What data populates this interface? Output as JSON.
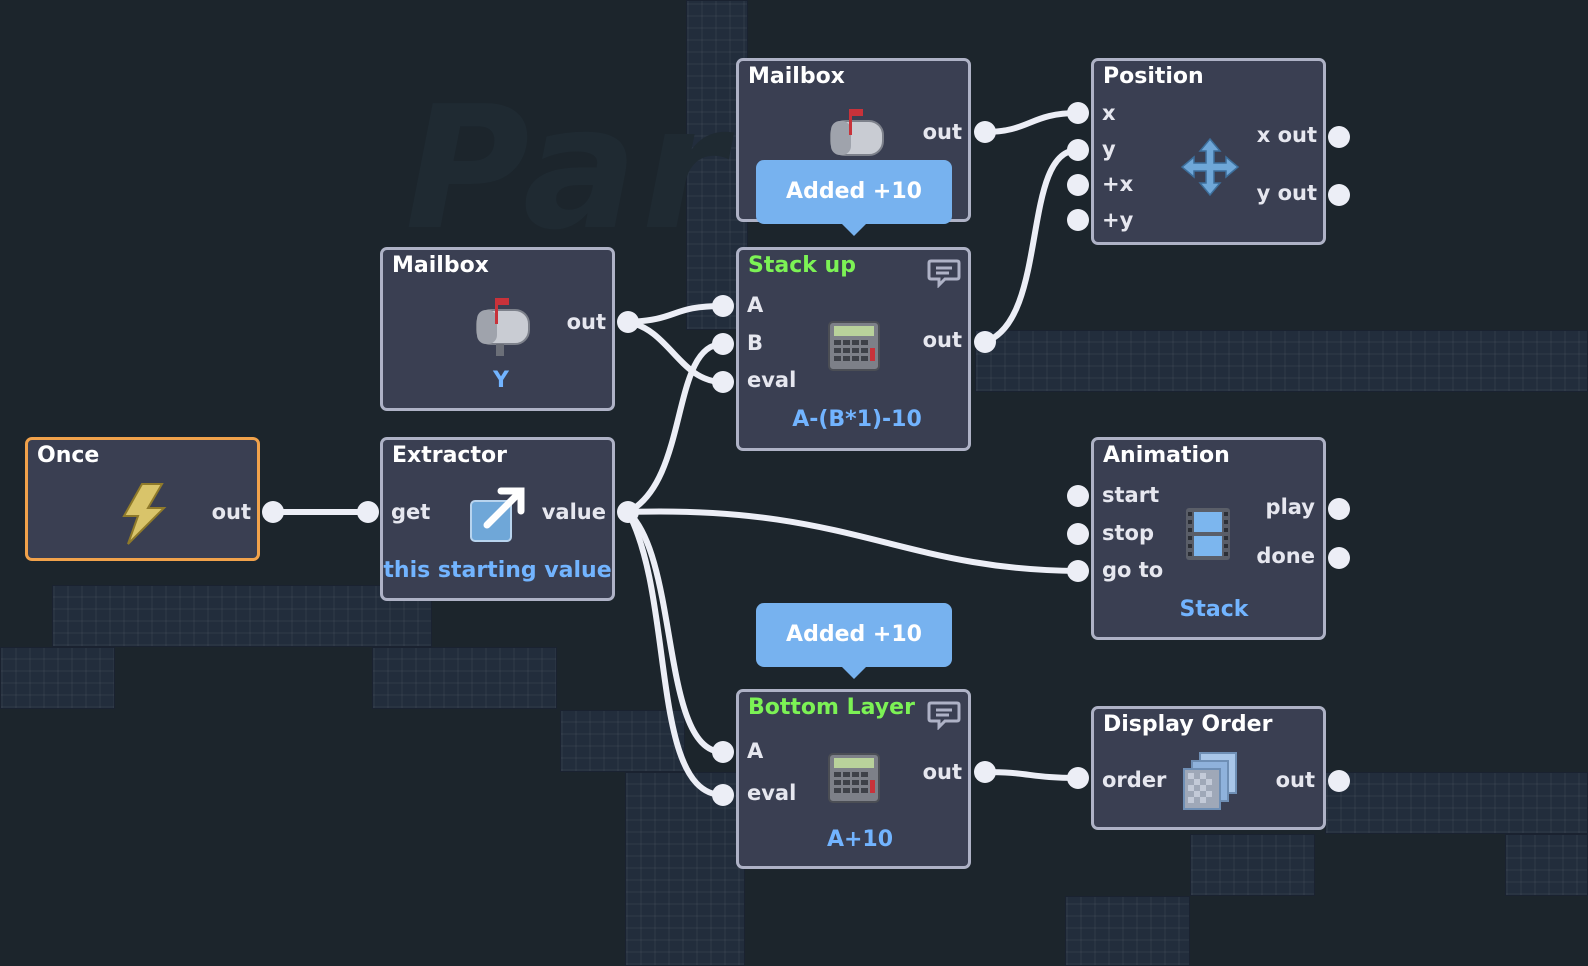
{
  "nodes": {
    "once": {
      "title": "Once",
      "out": "out"
    },
    "extractor": {
      "title": "Extractor",
      "get": "get",
      "value": "value",
      "subtitle": "this starting value"
    },
    "mailbox_y": {
      "title": "Mailbox",
      "out": "out",
      "subtitle": "Y"
    },
    "mailbox_top": {
      "title": "Mailbox",
      "out": "out"
    },
    "stack_up": {
      "title": "Stack up",
      "a": "A",
      "b": "B",
      "eval": "eval",
      "out": "out",
      "subtitle": "A-(B*1)-10"
    },
    "bottom_layer": {
      "title": "Bottom Layer",
      "a": "A",
      "eval": "eval",
      "out": "out",
      "subtitle": "A+10"
    },
    "position": {
      "title": "Position",
      "x": "x",
      "y": "y",
      "plus_x": "+x",
      "plus_y": "+y",
      "x_out": "x out",
      "y_out": "y out"
    },
    "animation": {
      "title": "Animation",
      "start": "start",
      "stop": "stop",
      "go_to": "go to",
      "play": "play",
      "done": "done",
      "subtitle": "Stack"
    },
    "display_order": {
      "title": "Display Order",
      "order": "order",
      "out": "out"
    }
  },
  "tooltips": {
    "stack_up": "Added +10",
    "bottom_layer": "Added +10"
  },
  "watermark": "Par",
  "colors": {
    "background": "#1c252c",
    "node": "#3a3f52",
    "node_border": "#aeb2c6",
    "selected_border": "#f1a24b",
    "accent_title": "#7cf255",
    "subtitle": "#72b4ff",
    "tooltip": "#77b2ef",
    "wire": "#eceef6"
  }
}
